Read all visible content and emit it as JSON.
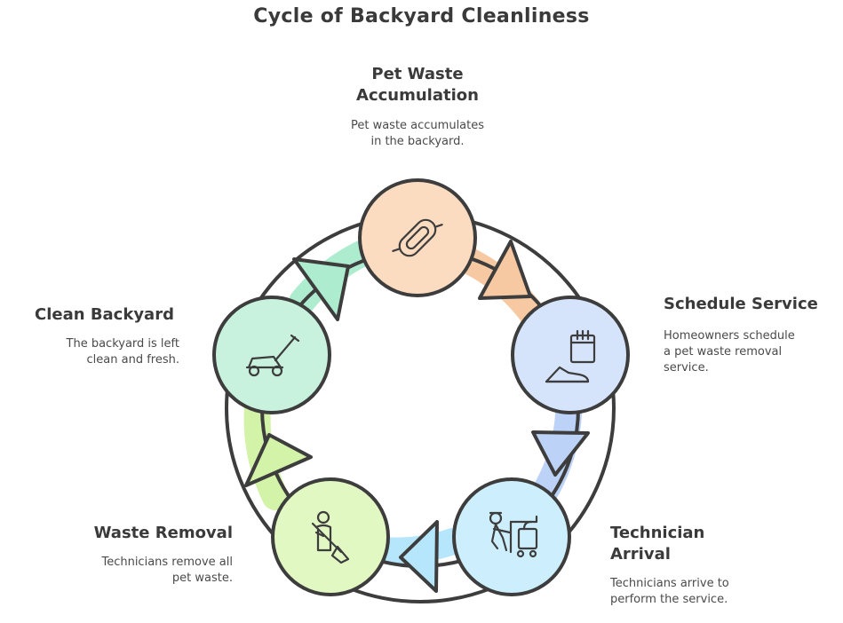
{
  "title": "Cycle of Backyard Cleanliness",
  "colors": {
    "outline": "#3d3d3d",
    "pet_waste": "#fcdcc0",
    "schedule": "#d6e4fb",
    "technician": "#cdeefc",
    "removal": "#e2f8c2",
    "clean": "#c8f2de"
  },
  "steps": [
    {
      "id": "pet-waste",
      "title_lines": [
        "Pet Waste",
        "Accumulation"
      ],
      "desc_lines": [
        "Pet waste accumulates",
        "in the backyard."
      ],
      "icon": "pad-icon"
    },
    {
      "id": "schedule",
      "title_lines": [
        "Schedule Service"
      ],
      "desc_lines": [
        "Homeowners schedule",
        "a pet waste removal",
        "service."
      ],
      "icon": "calendar-shoe-icon"
    },
    {
      "id": "technician",
      "title_lines": [
        "Technician",
        "Arrival"
      ],
      "desc_lines": [
        "Technicians arrive to",
        "perform the service."
      ],
      "icon": "technician-icon"
    },
    {
      "id": "removal",
      "title_lines": [
        "Waste Removal"
      ],
      "desc_lines": [
        "Technicians remove all",
        "pet waste."
      ],
      "icon": "sweeper-icon"
    },
    {
      "id": "clean",
      "title_lines": [
        "Clean Backyard"
      ],
      "desc_lines": [
        "The backyard is left",
        "clean and fresh."
      ],
      "icon": "lawnmower-icon"
    }
  ]
}
